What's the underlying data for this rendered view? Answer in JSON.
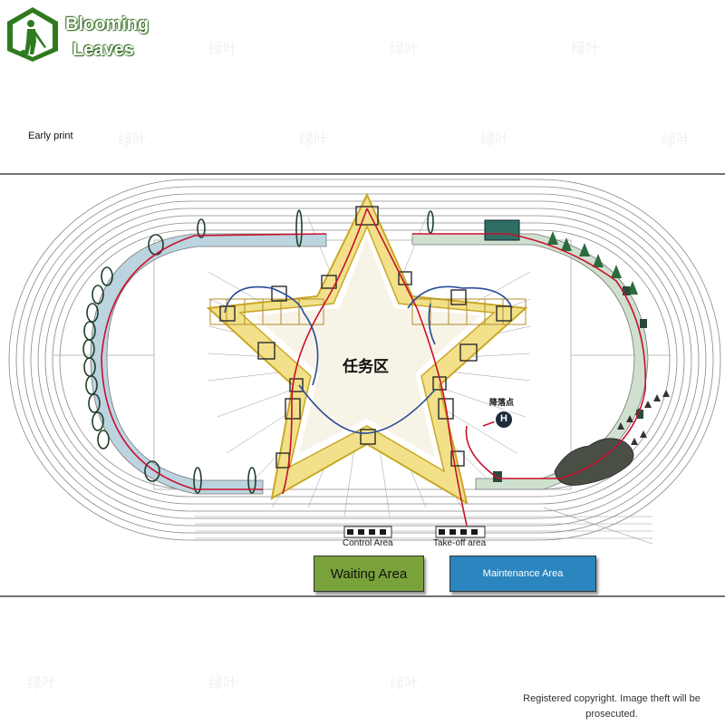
{
  "logo": {
    "line1": "Blooming",
    "line2": "Leaves",
    "icon": "gardener-silhouette-icon"
  },
  "header": {
    "early_print": "Early print"
  },
  "diagram": {
    "mission_area": "任务区",
    "landing_point": "降落点",
    "helipad_letter": "H",
    "control_area": "Control Area",
    "takeoff_area": "Take-off area"
  },
  "buttons": {
    "waiting": "Waiting Area",
    "maintenance": "Maintenance Area"
  },
  "footer": {
    "copyright": "Registered copyright. Image theft will be prosecuted."
  },
  "watermark": {
    "text": "绿叶"
  },
  "colors": {
    "star_fill": "#f2e08a",
    "track_blue": "#bcd4e0",
    "track_green": "#cfe0cf",
    "route_red": "#c8102e",
    "route_blue": "#2a4c9a",
    "waiting_green": "#7aa23a",
    "maintenance_blue": "#2b86bf"
  }
}
